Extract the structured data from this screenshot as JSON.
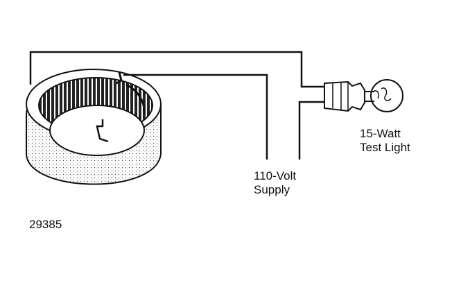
{
  "labels": {
    "test_light_line1": "15-Watt",
    "test_light_line2": "Test Light",
    "supply_line1": "110-Volt",
    "supply_line2": "Supply"
  },
  "figure_number": "29385"
}
